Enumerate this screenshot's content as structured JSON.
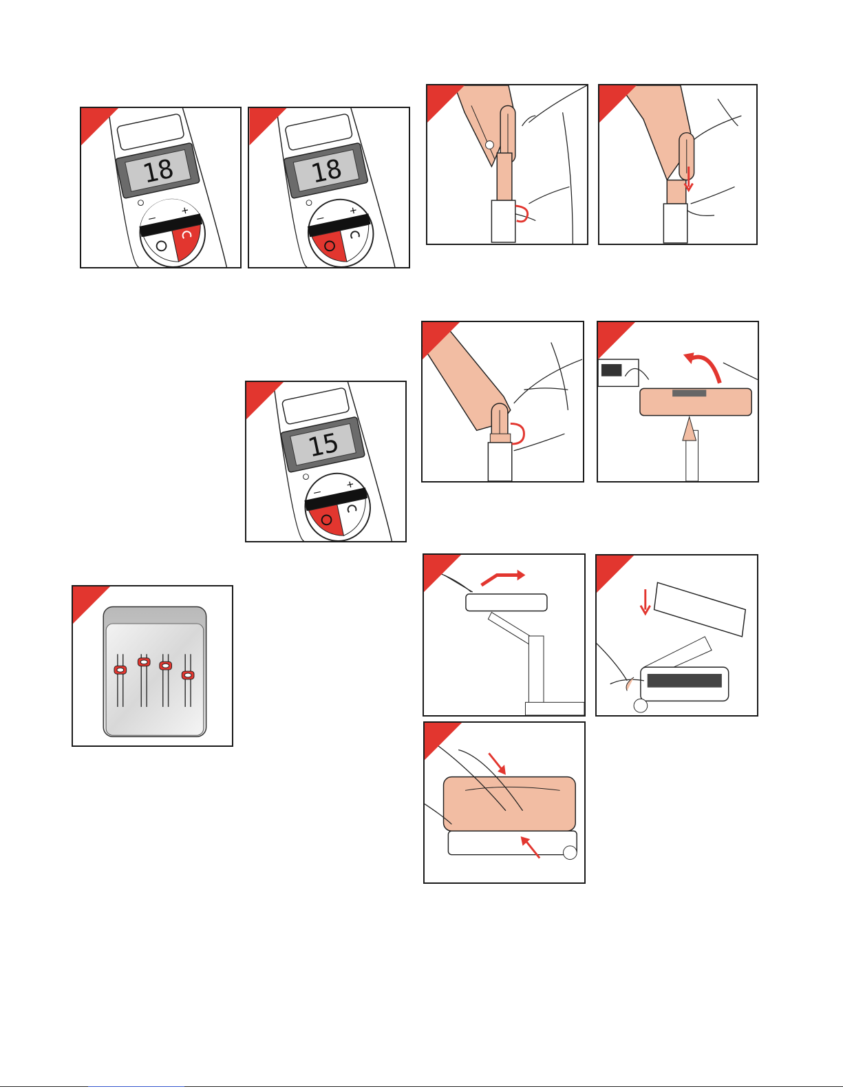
{
  "colors": {
    "accent_red": "#e2362f",
    "skin": "#f2bda3",
    "lcd_frame": "#6b6b6b",
    "lcd_screen": "#c9c9c9"
  },
  "remote_1": {
    "display": "18",
    "minus": "–",
    "plus": "+"
  },
  "remote_2": {
    "display": "18",
    "minus": "–",
    "plus": "+"
  },
  "remote_3": {
    "display": "15",
    "minus": "–",
    "plus": "+"
  },
  "sliders": {
    "positions": [
      0.3,
      0.15,
      0.22,
      0.4
    ]
  }
}
